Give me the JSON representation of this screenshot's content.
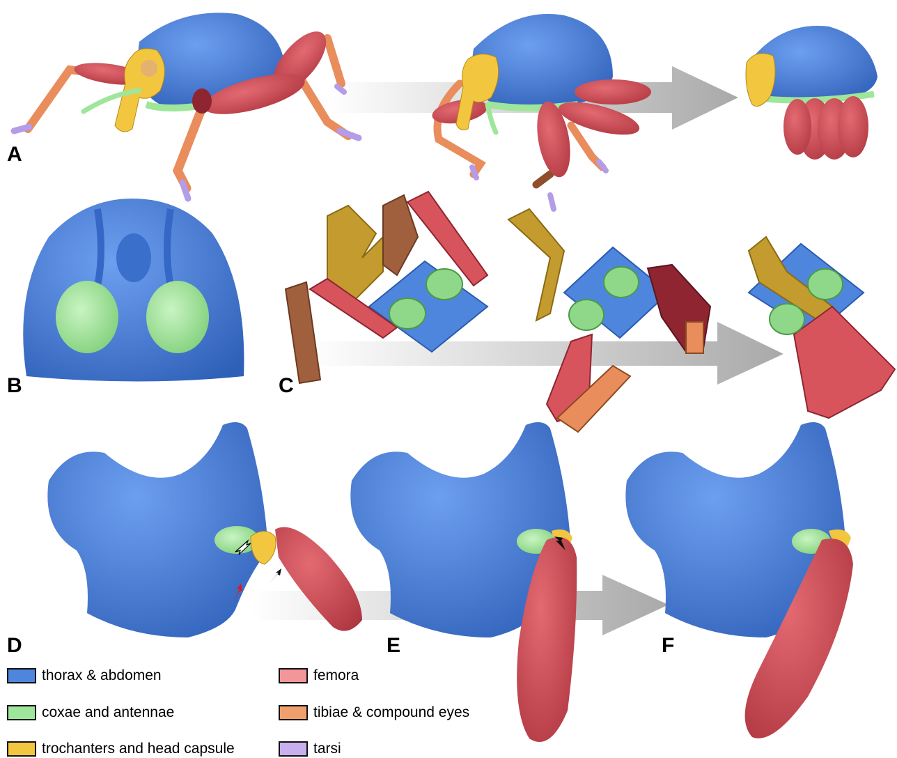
{
  "panels": {
    "a": "A",
    "b": "B",
    "c": "C",
    "d": "D",
    "e": "E",
    "f": "F"
  },
  "colors": {
    "thorax_abdomen": "#4f86dd",
    "coxae_antennae": "#9ee69a",
    "trochanters_head": "#f3c640",
    "femora": "#d8545d",
    "tibiae_eyes": "#e98d5c",
    "tarsi": "#b49ce8",
    "arrow": "#bdbdbd"
  },
  "legend": [
    {
      "label": "thorax & abdomen",
      "color": "#4f86dd"
    },
    {
      "label": "coxae and antennae",
      "color": "#9ee69a"
    },
    {
      "label": "trochanters and head capsule",
      "color": "#f3c640"
    },
    {
      "label": "femora",
      "color": "#f2969a"
    },
    {
      "label": "tibiae & compound eyes",
      "color": "#f0a06c"
    },
    {
      "label": "tarsi",
      "color": "#c8b0ee"
    }
  ]
}
